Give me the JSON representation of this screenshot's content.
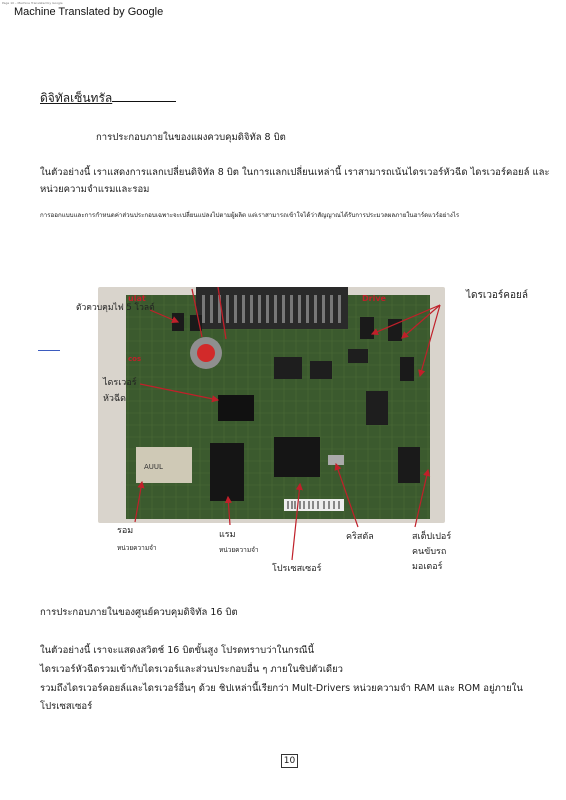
{
  "header": {
    "tiny_note": "Page 10 – Machine Translated by Google",
    "machine_translated": "Machine Translated by Google"
  },
  "section": {
    "title": "ดิจิทัลเซ็นทรัล",
    "subtitle_8bit": "การประกอบภายในของแผงควบคุมดิจิทัล 8 บิต",
    "para1_line1": "ในตัวอย่างนี้ เราแสดงการแลกเปลี่ยนดิจิทัล 8 บิต ในการแลกเปลี่ยนเหล่านี้ เราสามารถเน้นไดรเวอร์หัวฉีด ไดรเวอร์คอยล์ และ",
    "para1_line2": "หน่วยความจำแรมและรอม",
    "small_note": "การออกแบบและการกำหนดค่าส่วนประกอบเฉพาะจะเปลี่ยนแปลงไปตามผู้ผลิต แต่เราสามารถเข้าใจได้ว่าสัญญาณได้รับการประมวลผลภายในฮาร์ดแวร์อย่างไร",
    "subtitle_16bit": "การประกอบภายในของศูนย์ควบคุมดิจิทัล 16 บิต",
    "para2_line1": "ในตัวอย่างนี้ เราจะแสดงสวิตช์ 16 บิตขั้นสูง โปรดทราบว่าในกรณีนี้",
    "para2_line2": "ไดรเวอร์หัวฉีดรวมเข้ากับไดรเวอร์และส่วนประกอบอื่น ๆ ภายในชิปตัวเดียว",
    "para2_line3": "รวมถึงไดรเวอร์คอยล์และไดรเวอร์อื่นๆ ด้วย ชิปเหล่านี้เรียกว่า Mult-Drivers หน่วยความจำ RAM และ ROM อยู่ภายใน",
    "para2_line4": "โปรเซสเซอร์"
  },
  "figure": {
    "labels": {
      "regulator": "ตัวควบคุมไฟ 5 โวลต์",
      "coil_driver": "ไดรเวอร์คอยล์",
      "injector_driver_l1": "ไดรเวอร์",
      "injector_driver_l2": "หัวฉีด",
      "rom": "รอม",
      "rom_sub": "หน่วยความจำ",
      "ram": "แรม",
      "ram_sub": "หน่วยความจำ",
      "crystal": "คริสตัล",
      "stepper_l1": "สเต็ปเปอร์",
      "stepper_l2": "คนขับรถ",
      "stepper_l3": "มอเตอร์",
      "processor": "โปรเซสเซอร์"
    },
    "photo_overlay": {
      "left_text": "ulat",
      "right_text": "Drive",
      "cos_text": "cos",
      "chip_text": "AUUL"
    },
    "colors": {
      "pcb": "#3b5a2e",
      "arrow": "#c0202a"
    }
  },
  "footer": {
    "page_number": "10"
  }
}
